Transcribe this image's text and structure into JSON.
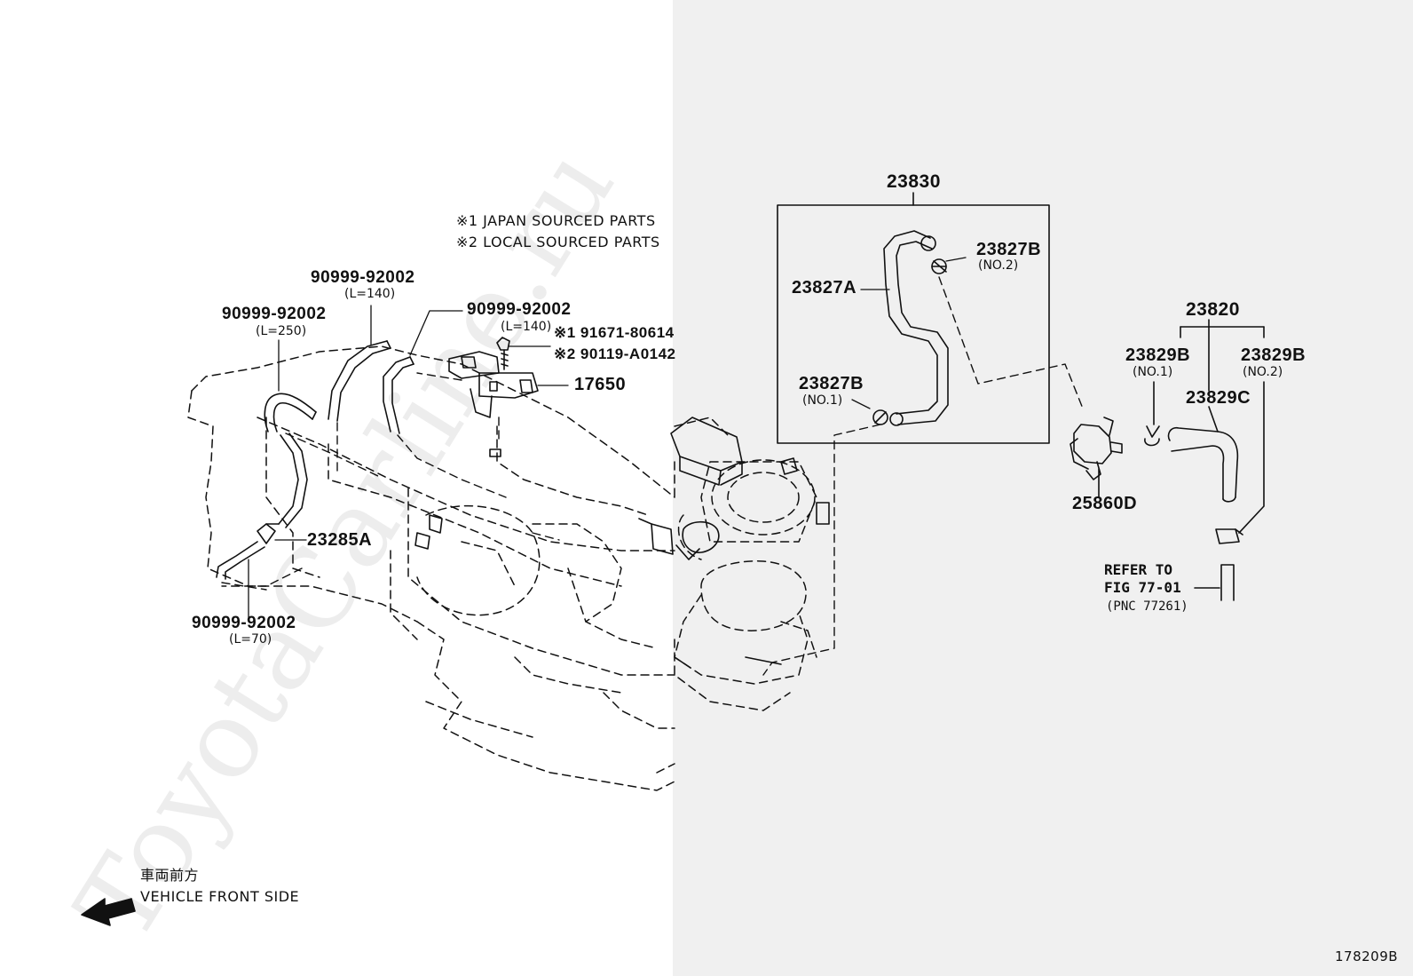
{
  "watermark": "ToyotaCarline.ru",
  "notes": {
    "japan": "※1 JAPAN SOURCED PARTS",
    "local": "※2 LOCAL SOURCED PARTS"
  },
  "parts": {
    "hose_140_a": "90999-92002",
    "hose_140_a_len": "(L=140)",
    "hose_250": "90999-92002",
    "hose_250_len": "(L=250)",
    "hose_140_b": "90999-92002",
    "hose_140_b_len": "(L=140)",
    "bolt_jp": "※1 91671-80614",
    "bolt_local": "※2 90119-A0142",
    "p17650": "17650",
    "p23285a": "23285A",
    "hose_70": "90999-92002",
    "hose_70_len": "(L=70)",
    "p23830": "23830",
    "p23827a": "23827A",
    "p23827b_no2": "23827B",
    "p23827b_no2_sub": "(NO.2)",
    "p23827b_no1": "23827B",
    "p23827b_no1_sub": "(NO.1)",
    "p23820": "23820",
    "p23829b_no1": "23829B",
    "p23829b_no1_sub": "(NO.1)",
    "p23829b_no2": "23829B",
    "p23829b_no2_sub": "(NO.2)",
    "p23829c": "23829C",
    "p25860d": "25860D"
  },
  "refer": {
    "line1": "REFER TO",
    "line2": "FIG 77-01",
    "line3": "(PNC 77261)"
  },
  "front": {
    "jp": "車両前方",
    "en": "VEHICLE FRONT SIDE"
  },
  "figure_id": "178209B"
}
